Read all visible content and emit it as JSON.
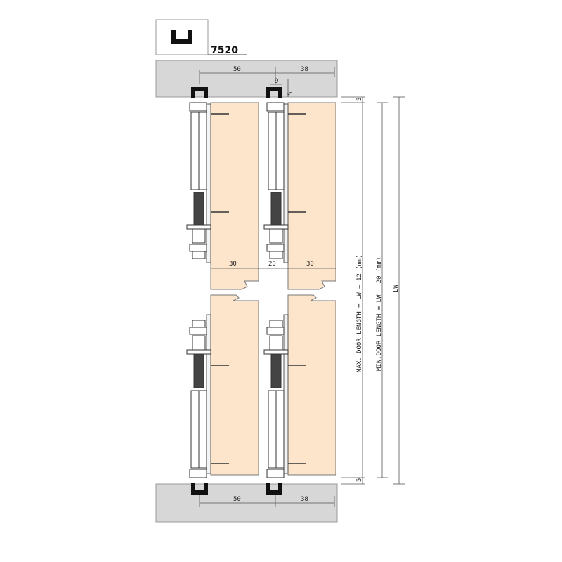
{
  "product": {
    "code": "7520",
    "profile_icon": "u-channel-profile-icon"
  },
  "dimensions": {
    "top_track_width": "50",
    "top_track_offset": "38",
    "top_track_gap": "9",
    "top_track_clearance": "5",
    "door_width_left": "30",
    "door_gap": "20",
    "door_width_right": "30",
    "bottom_track_width": "50",
    "bottom_track_offset": "38",
    "top_clearance": "5",
    "bottom_clearance": "5"
  },
  "labels": {
    "max_door_length": "MAX. DOOR LENGTH = LW – 12 (mm)",
    "min_door_length": "MIN.DOOR LENGTH = LW – 20 (mm)",
    "lw": "LW"
  },
  "colors": {
    "rail": "#d7d7d7",
    "door": "#fde5cc",
    "line": "#333333",
    "dim_line": "#555555"
  }
}
